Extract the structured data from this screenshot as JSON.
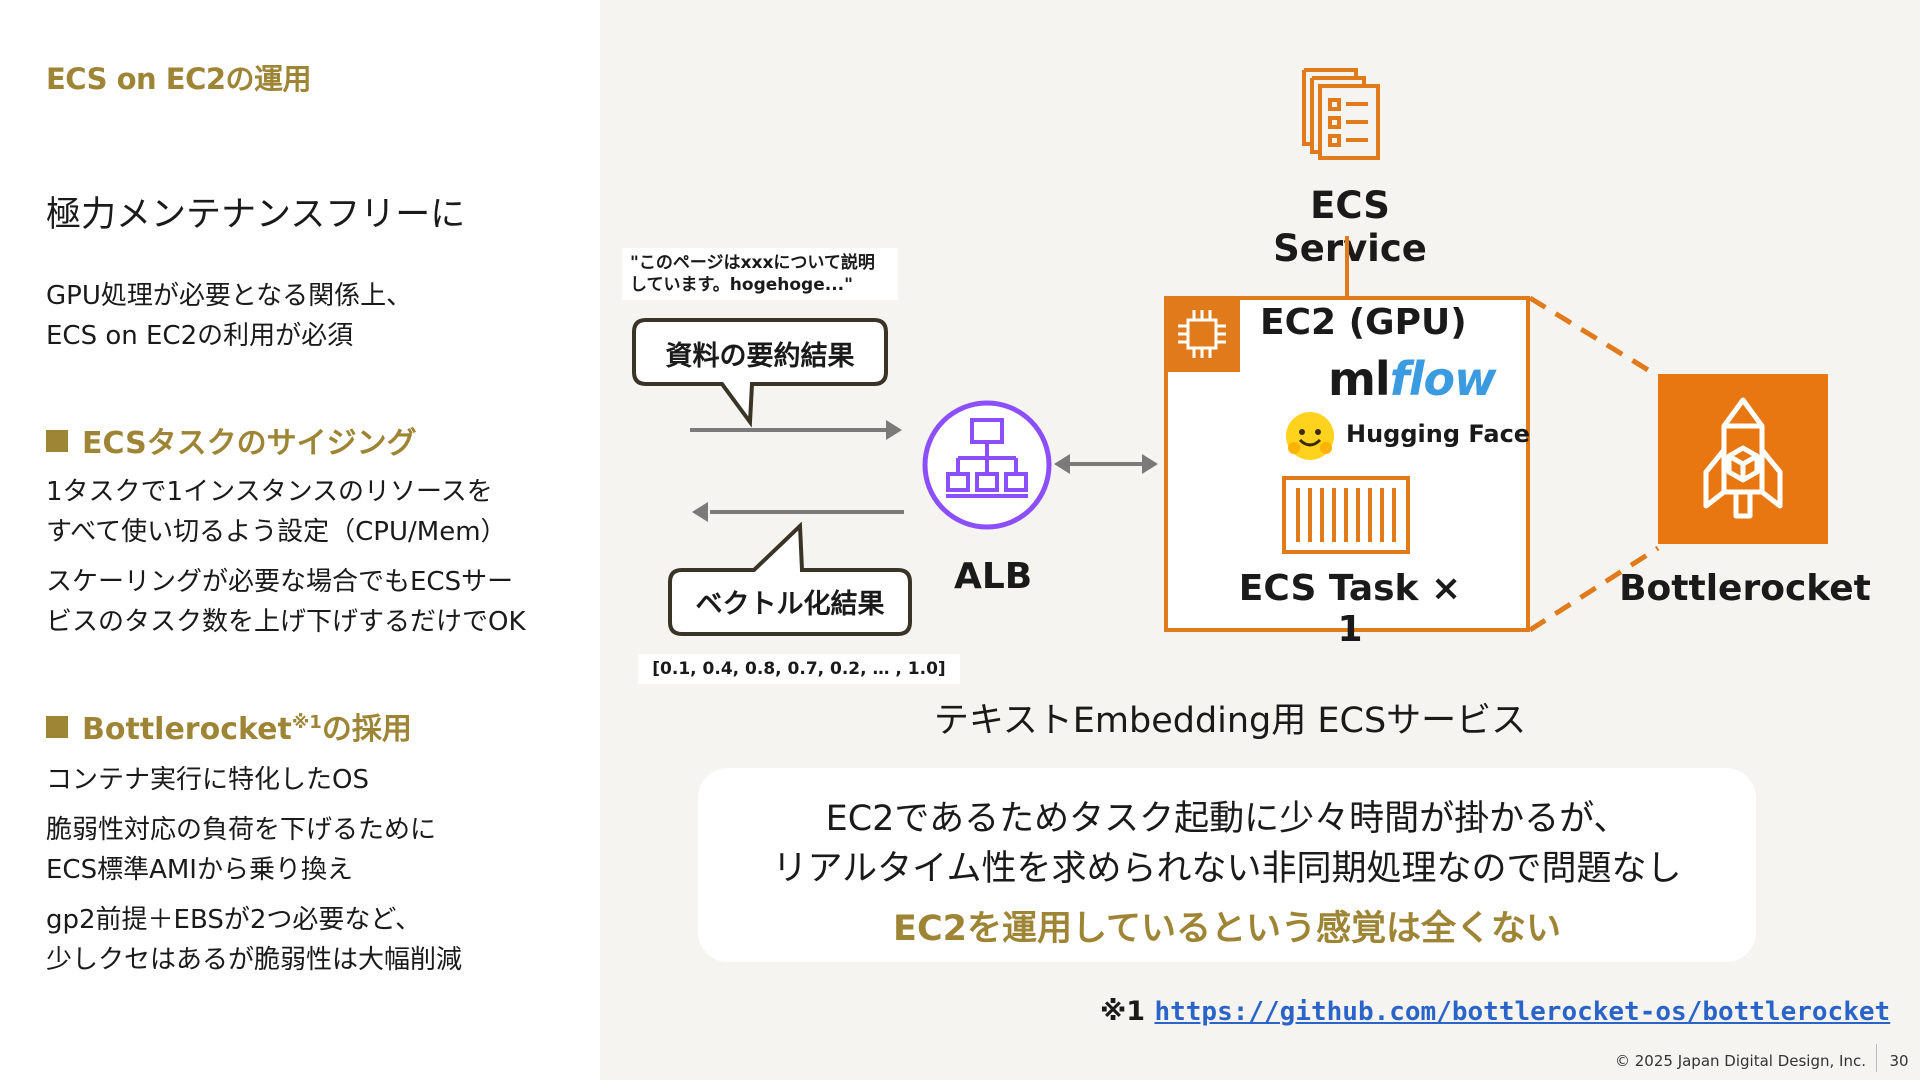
{
  "slide": {
    "title": "ECS on EC2の運用",
    "lead": "極力メンテナンスフリーに",
    "intro": [
      "GPU処理が必要となる関係上、",
      "ECS on EC2の利用が必須"
    ],
    "section1": {
      "heading": "ECSタスクのサイジング",
      "p1": [
        "1タスクで1インスタンスのリソースを",
        "すべて使い切るよう設定（CPU/Mem）"
      ],
      "p2": [
        "スケーリングが必要な場合でもECSサー",
        "ビスのタスク数を上げ下げするだけでOK"
      ]
    },
    "section2": {
      "heading": "Bottlerocket",
      "heading_sup": "※1",
      "heading_suffix": "の採用",
      "p1": "コンテナ実行に特化したOS",
      "p2": [
        "脆弱性対応の負荷を下げるために",
        "ECS標準AMIから乗り換え"
      ],
      "p3": [
        "gp2前提＋EBSが2つ必要など、",
        "少しクセはあるが脆弱性は大幅削減"
      ]
    }
  },
  "diagram": {
    "service_label": "ECS Service",
    "ec2_label": "EC2 (GPU)",
    "mlflow_ml": "ml",
    "mlflow_flow": "flow",
    "hf_emoji": "🤗",
    "hf_label": "Hugging Face",
    "task_label": "ECS Task × 1",
    "alb_label": "ALB",
    "bottlerocket_label": "Bottlerocket",
    "request_note": [
      "\"このページはxxxについて説明",
      "しています。hogehoge...\""
    ],
    "bubble_top": "資料の要約結果",
    "bubble_bottom": "ベクトル化結果",
    "vector_note": "[0.1, 0.4, 0.8, 0.7, 0.2, … , 1.0]",
    "caption": "テキストEmbedding用 ECSサービス",
    "colors": {
      "aws_orange": "#e07a1b",
      "alb_purple": "#8c4fff",
      "gold": "#9e8536"
    }
  },
  "callout": {
    "line1": "EC2であるためタスク起動に少々時間が掛かるが、",
    "line2": "リアルタイム性を求められない非同期処理なので問題なし",
    "emphasis": "EC2を運用しているという感覚は全くない"
  },
  "footnote": {
    "marker": "※1",
    "url": "https://github.com/bottlerocket-os/bottlerocket"
  },
  "footer": {
    "copyright": "© 2025 Japan Digital Design, Inc.",
    "page": "30"
  }
}
